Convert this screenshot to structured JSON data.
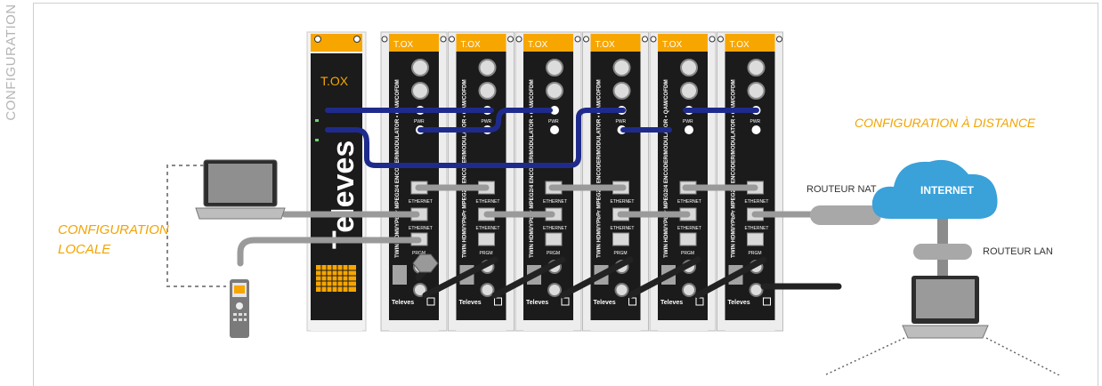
{
  "side_title": "CONFIGURATION",
  "labels": {
    "local_line1": "CONFIGURATION",
    "local_line2": "LOCALE",
    "remote": "CONFIGURATION À DISTANCE",
    "router_nat": "ROUTEUR NAT",
    "router_lan": "ROUTEUR LAN",
    "internet": "INTERNET"
  },
  "master_unit": {
    "logo": "T.OX",
    "brand": "Televes"
  },
  "module": {
    "logo": "T.OX",
    "side_text": "TWIN HDMI/YPbPr MPEG2/4 ENCODER/MODULATOR • QAM/COFDM",
    "pwr": "PWR",
    "ethernet": "ETHERNET",
    "prgm": "PRGM",
    "brand": "Televes"
  },
  "module_count": 6,
  "colors": {
    "accent": "#f7a600",
    "module_body": "#1b1b1b",
    "rack_frame": "#ededed",
    "blue_cable": "#1f2b8c",
    "grey_cable": "#9a9a9a",
    "cloud": "#3aa1d9",
    "label_orange": "#f2a400"
  }
}
